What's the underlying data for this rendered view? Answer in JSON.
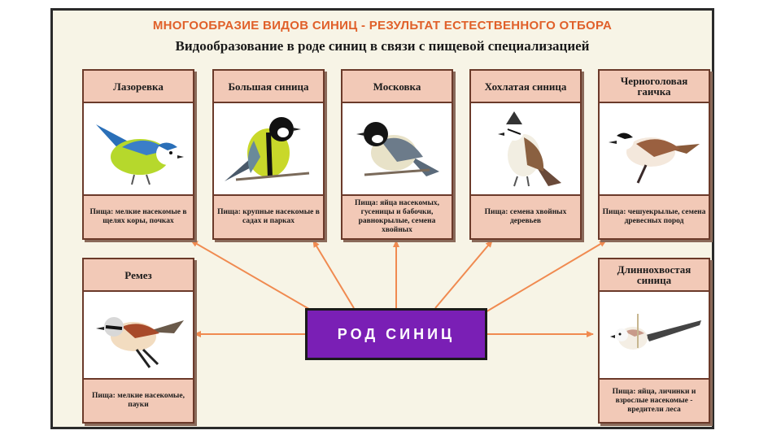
{
  "header": {
    "title": "МНОГООБРАЗИЕ ВИДОВ СИНИЦ - РЕЗУЛЬТАТ ЕСТЕСТВЕННОГО ОТБОРА",
    "subtitle": "Видообразование в роде синиц в связи с пищевой специализацией"
  },
  "center": {
    "label": "РОД СИНИЦ",
    "color": "#7a1fb5"
  },
  "species": [
    {
      "name": "Лазоревка",
      "food": "Пища: мелкие насекомые в щелях коры, почках",
      "icon": "blue-tit-icon"
    },
    {
      "name": "Большая синица",
      "food": "Пища: крупные насекомые в садах и парках",
      "icon": "great-tit-icon"
    },
    {
      "name": "Московка",
      "food": "Пища: яйца насекомых, гусеницы и бабочки, равнокрылые, семена хвойных",
      "icon": "coal-tit-icon"
    },
    {
      "name": "Хохлатая синица",
      "food": "Пища: семена хвойных деревьев",
      "icon": "crested-tit-icon"
    },
    {
      "name": "Черноголовая гаичка",
      "food": "Пища: чешуекрылые, семена древесных пород",
      "icon": "marsh-tit-icon"
    },
    {
      "name": "Ремез",
      "food": "Пища: мелкие насекомые, пауки",
      "icon": "penduline-tit-icon"
    },
    {
      "name": "Длиннохвостая синица",
      "food": "Пища: яйца, личинки и взрослые насекомые - вредители леса",
      "icon": "long-tailed-tit-icon"
    }
  ],
  "colors": {
    "title": "#e0602a",
    "arrow": "#f08a50",
    "card_header": "#f2c9b7"
  }
}
